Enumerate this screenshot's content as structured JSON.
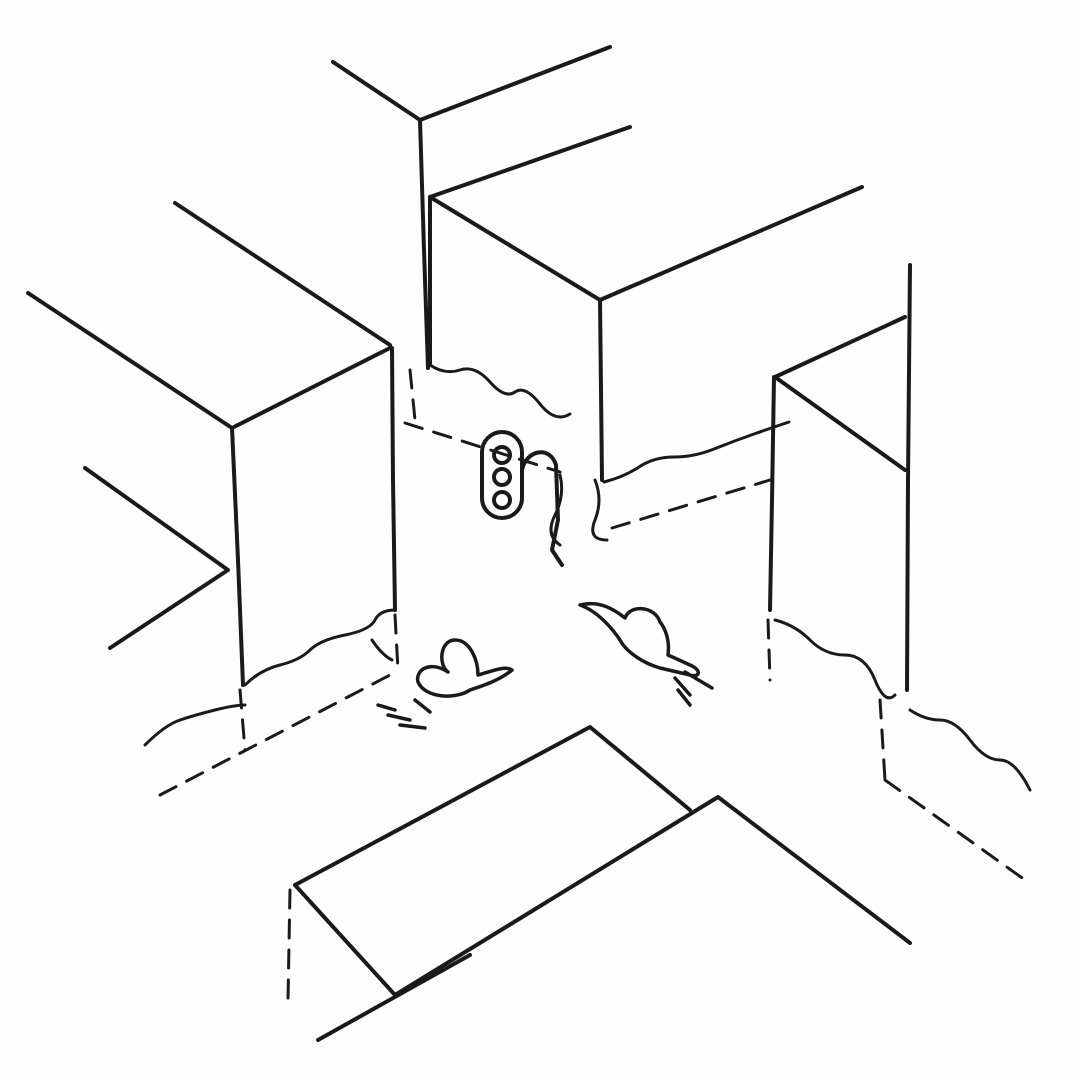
{
  "drawing": {
    "ink_color": "#1a1a1a",
    "paper_color": "#fefefe",
    "elements": [
      "buildings",
      "traffic-light",
      "swimming-figures",
      "water-waves",
      "street-edges"
    ]
  }
}
